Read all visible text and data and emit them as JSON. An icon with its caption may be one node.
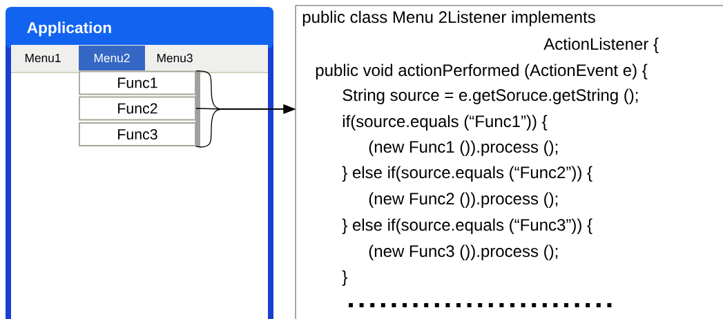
{
  "diagram": {
    "nodes": [
      {
        "text": [
          "Application"
        ]
      },
      {
        "text": [
          "Menu1"
        ],
        "in": 0
      },
      {
        "text": [
          "Menu2"
        ],
        "in": 0
      },
      {
        "text": [
          "Menu3"
        ],
        "in": 0
      },
      {
        "text": [
          "Func1"
        ],
        "in": 0
      },
      {
        "text": [
          "Func2"
        ],
        "in": 0
      },
      {
        "text": [
          "Func3"
        ],
        "in": 0
      },
      {
        "text": [
          "public class Menu 2Listener implements",
          "ActionListener {",
          "public void actionPerformed (ActionEvent e) {",
          "String source = e.getSoruce.getString ();",
          "if(source.equals (“Func1”)) {",
          "(new Func1 ()).process ();",
          "} else if(source.equals (“Func2”)) {",
          "(new Func2 ()).process ();",
          "} else if(source.equals (“Func3”)) {",
          "(new Func3 ()).process ();",
          "}"
        ]
      }
    ],
    "edges": [
      {
        "from": 4,
        "to": 7,
        "arrow": "to"
      },
      {
        "from": 5,
        "to": 7,
        "arrow": "to"
      },
      {
        "from": 6,
        "to": 7,
        "arrow": "to"
      }
    ]
  }
}
